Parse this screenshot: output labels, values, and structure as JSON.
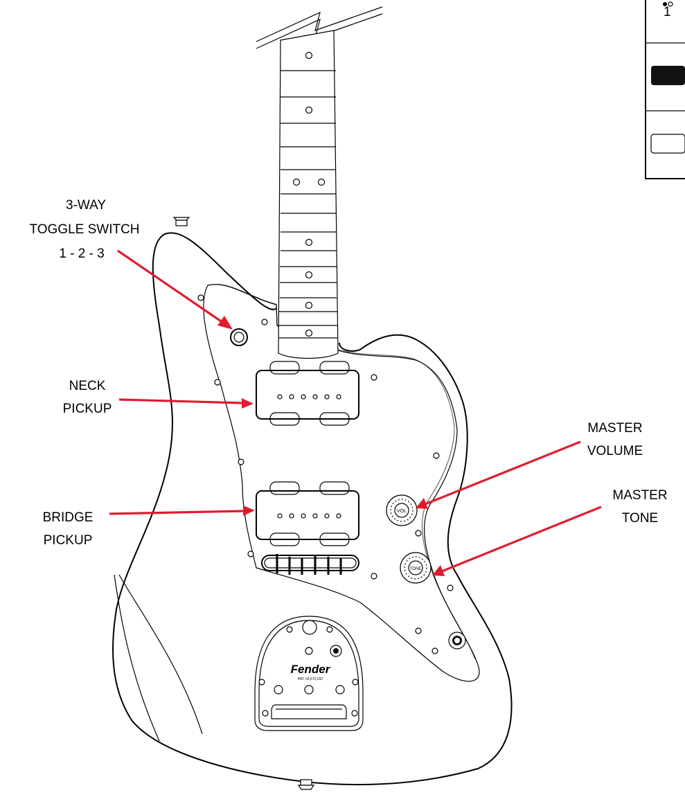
{
  "callouts": {
    "toggle": [
      "3-WAY",
      "TOGGLE SWITCH",
      "1 - 2 - 3"
    ],
    "neck": [
      "NECK",
      "PICKUP"
    ],
    "bridge": [
      "BRIDGE",
      "PICKUP"
    ],
    "volume": [
      "MASTER",
      "VOLUME"
    ],
    "tone": [
      "MASTER",
      "TONE"
    ]
  },
  "logo_text": "Fender",
  "logo_patent": "PAT. 02,672,032",
  "knob_labels": {
    "volume": "VOL",
    "tone": "TONE"
  },
  "inset_label": "1",
  "colors": {
    "arrow": "#e01b2f",
    "line": "#000000",
    "fill": "#ffffff",
    "dark": "#111111"
  }
}
